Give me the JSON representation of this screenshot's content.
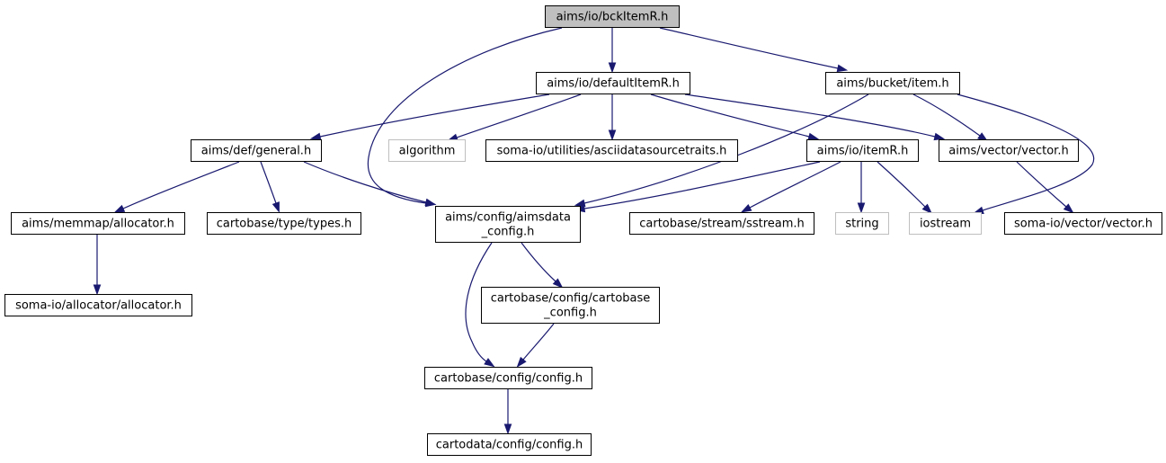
{
  "nodes": [
    {
      "id": "bckItemR",
      "lines": [
        "aims/io/bckItemR.h"
      ],
      "kind": "root"
    },
    {
      "id": "defaultItemR",
      "lines": [
        "aims/io/defaultItemR.h"
      ],
      "kind": "normal"
    },
    {
      "id": "bucketItem",
      "lines": [
        "aims/bucket/item.h"
      ],
      "kind": "normal"
    },
    {
      "id": "general",
      "lines": [
        "aims/def/general.h"
      ],
      "kind": "normal"
    },
    {
      "id": "algorithm",
      "lines": [
        "algorithm"
      ],
      "kind": "system"
    },
    {
      "id": "asciidatasource",
      "lines": [
        "soma-io/utilities/asciidatasourcetraits.h"
      ],
      "kind": "normal"
    },
    {
      "id": "itemR",
      "lines": [
        "aims/io/itemR.h"
      ],
      "kind": "normal"
    },
    {
      "id": "aimsVector",
      "lines": [
        "aims/vector/vector.h"
      ],
      "kind": "normal"
    },
    {
      "id": "memmapAllocator",
      "lines": [
        "aims/memmap/allocator.h"
      ],
      "kind": "normal"
    },
    {
      "id": "types",
      "lines": [
        "cartobase/type/types.h"
      ],
      "kind": "normal"
    },
    {
      "id": "aimsdataConfig",
      "lines": [
        "aims/config/aimsdata",
        "_config.h"
      ],
      "kind": "normal"
    },
    {
      "id": "sstream",
      "lines": [
        "cartobase/stream/sstream.h"
      ],
      "kind": "normal"
    },
    {
      "id": "string",
      "lines": [
        "string"
      ],
      "kind": "system"
    },
    {
      "id": "iostream",
      "lines": [
        "iostream"
      ],
      "kind": "system"
    },
    {
      "id": "somaVector",
      "lines": [
        "soma-io/vector/vector.h"
      ],
      "kind": "normal"
    },
    {
      "id": "somaAllocator",
      "lines": [
        "soma-io/allocator/allocator.h"
      ],
      "kind": "normal"
    },
    {
      "id": "cartobaseConfig",
      "lines": [
        "cartobase/config/cartobase",
        "_config.h"
      ],
      "kind": "normal"
    },
    {
      "id": "configH",
      "lines": [
        "cartobase/config/config.h"
      ],
      "kind": "normal"
    },
    {
      "id": "cartodataConfig",
      "lines": [
        "cartodata/config/config.h"
      ],
      "kind": "normal"
    }
  ],
  "edges": [
    {
      "from": "bckItemR",
      "to": "defaultItemR"
    },
    {
      "from": "bckItemR",
      "to": "bucketItem"
    },
    {
      "from": "bckItemR",
      "to": "aimsdataConfig"
    },
    {
      "from": "defaultItemR",
      "to": "general"
    },
    {
      "from": "defaultItemR",
      "to": "algorithm"
    },
    {
      "from": "defaultItemR",
      "to": "asciidatasource"
    },
    {
      "from": "defaultItemR",
      "to": "itemR"
    },
    {
      "from": "defaultItemR",
      "to": "aimsVector"
    },
    {
      "from": "bucketItem",
      "to": "aimsVector"
    },
    {
      "from": "bucketItem",
      "to": "aimsdataConfig"
    },
    {
      "from": "bucketItem",
      "to": "iostream"
    },
    {
      "from": "general",
      "to": "memmapAllocator"
    },
    {
      "from": "general",
      "to": "types"
    },
    {
      "from": "general",
      "to": "aimsdataConfig"
    },
    {
      "from": "itemR",
      "to": "aimsdataConfig"
    },
    {
      "from": "itemR",
      "to": "sstream"
    },
    {
      "from": "itemR",
      "to": "string"
    },
    {
      "from": "itemR",
      "to": "iostream"
    },
    {
      "from": "aimsVector",
      "to": "somaVector"
    },
    {
      "from": "memmapAllocator",
      "to": "somaAllocator"
    },
    {
      "from": "aimsdataConfig",
      "to": "cartobaseConfig"
    },
    {
      "from": "aimsdataConfig",
      "to": "configH"
    },
    {
      "from": "cartobaseConfig",
      "to": "configH"
    },
    {
      "from": "configH",
      "to": "cartodataConfig"
    }
  ],
  "colors": {
    "edge": "#191970",
    "root_fill": "#bfbfbf",
    "node_border": "#000000",
    "system_border": "#bfbfbf",
    "background": "#ffffff"
  }
}
